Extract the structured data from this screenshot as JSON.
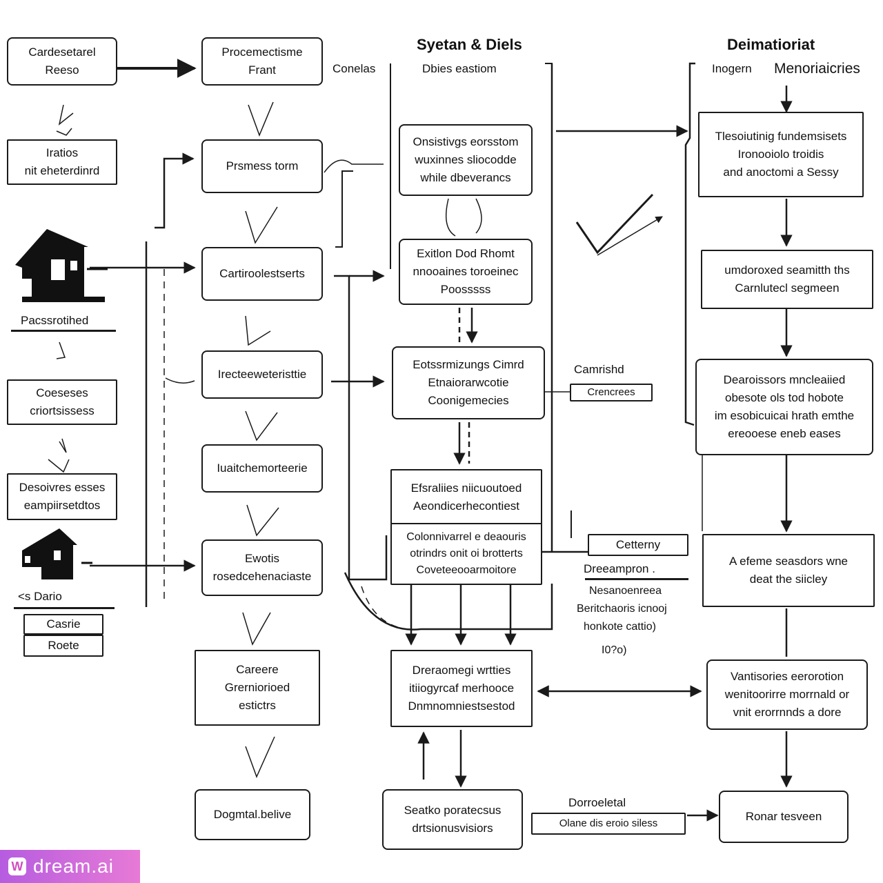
{
  "headers": {
    "system": "Syetan & Diels",
    "system_sub_left": "Conelas",
    "system_sub_right": "Dbies eastiom",
    "defination": "Deimatioriat",
    "defination_sub_left": "Inogern",
    "defination_sub_right": "Menoriaicries"
  },
  "col1": {
    "box1": [
      "Cardesetarel",
      "Reeso"
    ],
    "box2": [
      "Iratios",
      "nit eheterdinrd"
    ],
    "house1_label": "Pacssrotihed",
    "box3": [
      "Coeseses",
      "criortsissess"
    ],
    "box4": [
      "Desoivres esses",
      "eampiirsetdtos"
    ],
    "house2_label": "<s Dario",
    "box5": "Casrie",
    "box6": "Roete"
  },
  "col2": {
    "box1": [
      "Procemectisme",
      "Frant"
    ],
    "box2": "Prsmess torm",
    "box3": "Cartiroolestserts",
    "box4": "Irecteeweteristtie",
    "box5": "Iuaitchemorteerie",
    "box6": [
      "Ewotis",
      "rosedcehenaciaste"
    ],
    "box7": [
      "Careere",
      "Grerniorioed",
      "estictrs"
    ],
    "box8": "Dogmtal.belive"
  },
  "col3": {
    "box1": [
      "Onsistivgs eorsstom",
      "wuxinnes sliocodde",
      "while dbeverancs"
    ],
    "box2": [
      "Exitlon Dod Rhomt",
      "nnooaines toroeinec",
      "Poosssss"
    ],
    "box3": [
      "Eotssrmizungs Cimrd",
      "Etnaiorarwcotie",
      "Coonigemecies"
    ],
    "box4a": [
      "Efsraliies niicuoutoed",
      "Aeondicerhecontiest"
    ],
    "box4b": [
      "Colonnivarrel e deaouris",
      "otrindrs onit oi brotterts",
      "Coveteeooarmoitore"
    ],
    "box5": [
      "Dreraomegi wrtties",
      "itiiogyrcaf merhooce",
      "Dnmnomniestsestod"
    ],
    "box6": [
      "Seatko poratecsus",
      "drtsionusvisiors"
    ]
  },
  "middle": {
    "camrishd": "Camrishd",
    "cmerees": "Crencrees",
    "cetterny": "Cetterny",
    "dreeampron": "Dreeampron .",
    "note": [
      "Nesanoenreea",
      "Beritchaoris icnooj",
      "honkote cattio)",
      "I0?o)"
    ],
    "dorroeletal": "Dorroeletal",
    "olane": "Olane dis eroio siless"
  },
  "col4": {
    "box1": [
      "Tlesoiutinig fundemsisets",
      "Ironooiolo troidis",
      "and anoctomi a Sessy"
    ],
    "box2": [
      "umdoroxed seamitth ths",
      "Carnlutecl segmeen"
    ],
    "box3": [
      "Dearoissors mncleaiied",
      "obesote ols tod hobote",
      "im esobicuicai hrath emthe",
      "ereooese eneb eases"
    ],
    "box4": [
      "A efeme seasdors wne",
      "deat the siicley"
    ],
    "box5": [
      "Vantisories eerorotion",
      "wenitoorirre morrnald or",
      "vnit erorrnnds a dore"
    ],
    "box6": "Ronar tesveen"
  },
  "brand": {
    "text": "dream.ai",
    "icon": "w-logo-icon"
  }
}
